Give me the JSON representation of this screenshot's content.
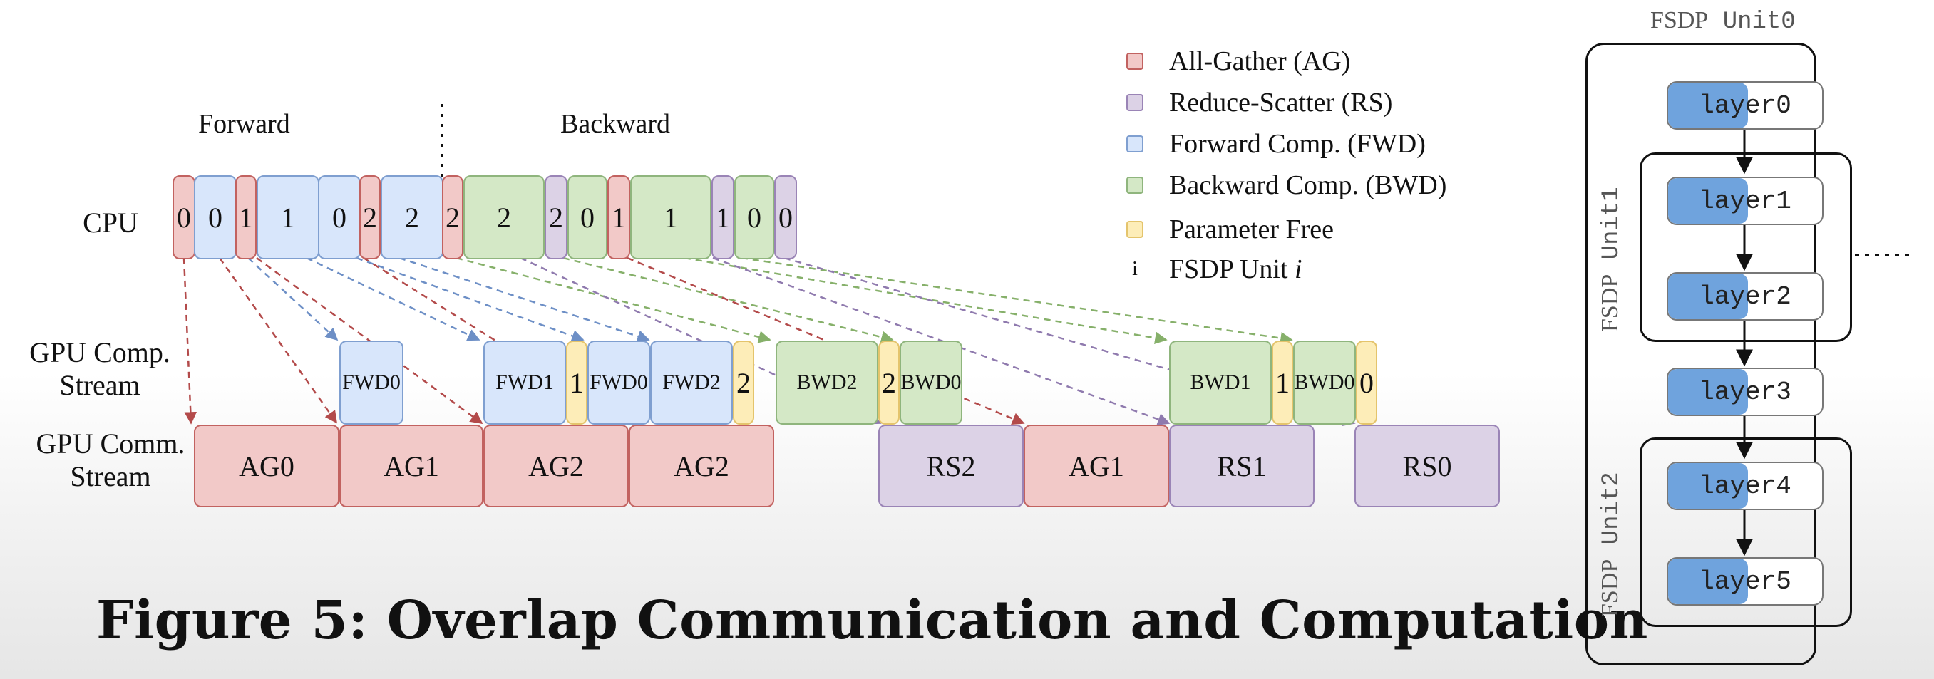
{
  "caption": "Figure 5: Overlap Communication and Computation",
  "sections": {
    "forward": "Forward",
    "backward": "Backward"
  },
  "rows": {
    "cpu": "CPU",
    "gpu_comp": [
      "GPU Comp.",
      "Stream"
    ],
    "gpu_comm": [
      "GPU Comm.",
      "Stream"
    ]
  },
  "legend": [
    {
      "kind": "ag",
      "label": "All-Gather (AG)"
    },
    {
      "kind": "rs",
      "label": "Reduce-Scatter (RS)"
    },
    {
      "kind": "fwd",
      "label": "Forward Comp. (FWD)"
    },
    {
      "kind": "bwd",
      "label": "Backward Comp. (BWD)"
    },
    {
      "kind": "pf",
      "label": "Parameter Free"
    },
    {
      "kind": "unit",
      "symbol": "i",
      "label": "FSDP Unit",
      "label_var": "i"
    }
  ],
  "colors": {
    "ag": "#f2c9c8",
    "ag_border": "#c26260",
    "rs": "#dcd2e6",
    "rs_border": "#9a84b6",
    "fwd": "#d8e6fb",
    "fwd_border": "#7f9fd0",
    "bwd": "#d4e8c6",
    "bwd_border": "#8fb57d",
    "pf": "#fdedb8",
    "pf_border": "#e4c46c"
  },
  "cpu_blocks": [
    {
      "kind": "ag",
      "label": "0"
    },
    {
      "kind": "fwd",
      "label": "0"
    },
    {
      "kind": "ag",
      "label": "1"
    },
    {
      "kind": "fwd",
      "label": "1"
    },
    {
      "kind": "fwd",
      "label": "0"
    },
    {
      "kind": "ag",
      "label": "2"
    },
    {
      "kind": "fwd",
      "label": "2"
    },
    {
      "kind": "ag",
      "label": "2"
    },
    {
      "kind": "bwd",
      "label": "2"
    },
    {
      "kind": "rs",
      "label": "2"
    },
    {
      "kind": "bwd",
      "label": "0"
    },
    {
      "kind": "ag",
      "label": "1"
    },
    {
      "kind": "bwd",
      "label": "1"
    },
    {
      "kind": "rs",
      "label": "1"
    },
    {
      "kind": "bwd",
      "label": "0"
    },
    {
      "kind": "rs",
      "label": "0"
    }
  ],
  "comp_stream": [
    {
      "kind": "fwd",
      "label": "FWD0"
    },
    {
      "kind": "fwd",
      "label": "FWD1"
    },
    {
      "kind": "pf",
      "label": "1"
    },
    {
      "kind": "fwd",
      "label": "FWD0"
    },
    {
      "kind": "fwd",
      "label": "FWD2"
    },
    {
      "kind": "pf",
      "label": "2"
    },
    {
      "kind": "bwd",
      "label": "BWD2"
    },
    {
      "kind": "pf",
      "label": "2"
    },
    {
      "kind": "bwd",
      "label": "BWD0"
    },
    {
      "kind": "bwd",
      "label": "BWD1"
    },
    {
      "kind": "pf",
      "label": "1"
    },
    {
      "kind": "bwd",
      "label": "BWD0"
    },
    {
      "kind": "pf",
      "label": "0"
    }
  ],
  "comm_stream": [
    {
      "kind": "ag",
      "label": "AG0"
    },
    {
      "kind": "ag",
      "label": "AG1"
    },
    {
      "kind": "ag",
      "label": "AG2"
    },
    {
      "kind": "ag",
      "label": "AG2"
    },
    {
      "kind": "rs",
      "label": "RS2"
    },
    {
      "kind": "ag",
      "label": "AG1"
    },
    {
      "kind": "rs",
      "label": "RS1"
    },
    {
      "kind": "rs",
      "label": "RS0"
    }
  ],
  "fsdp": {
    "unit0_title_a": "FSDP",
    "unit0_title_b": "Unit0",
    "unit1_title_a": "FSDP",
    "unit1_title_b": "Unit1",
    "unit2_title_a": "FSDP",
    "unit2_title_b": "Unit2",
    "layers": [
      "layer0",
      "layer1",
      "layer2",
      "layer3",
      "layer4",
      "layer5"
    ]
  }
}
